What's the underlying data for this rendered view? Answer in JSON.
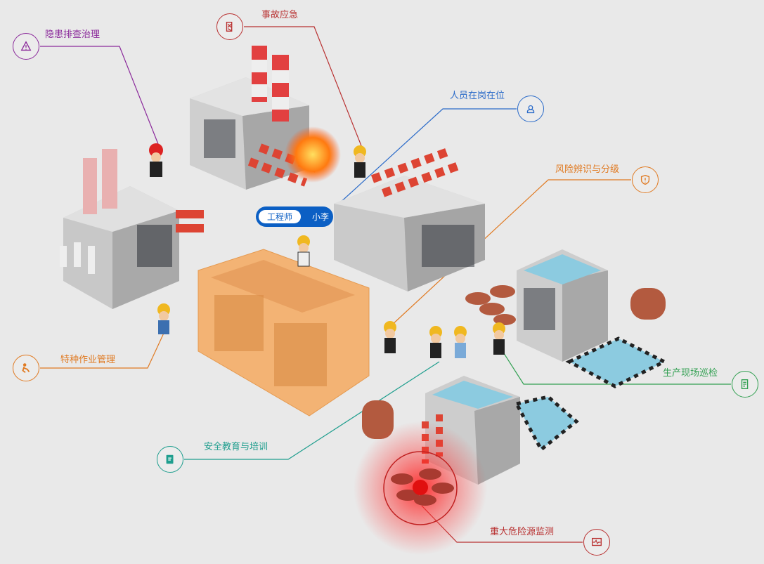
{
  "modules": [
    {
      "id": "hazard",
      "label": "隐患排查治理",
      "icon": "warning-icon",
      "color": "#8b2a9b"
    },
    {
      "id": "emergency",
      "label": "事故应急",
      "icon": "emergency-icon",
      "color": "#b93232"
    },
    {
      "id": "personnel",
      "label": "人员在岗在位",
      "icon": "person-icon",
      "color": "#2b6bc9"
    },
    {
      "id": "risk",
      "label": "风险辨识与分级",
      "icon": "shield-icon",
      "color": "#e07a22"
    },
    {
      "id": "special-work",
      "label": "特种作业管理",
      "icon": "worker-icon",
      "color": "#e07a22"
    },
    {
      "id": "inspection",
      "label": "生产现场巡检",
      "icon": "checklist-icon",
      "color": "#32a052"
    },
    {
      "id": "training",
      "label": "安全教育与培训",
      "icon": "book-icon",
      "color": "#1f9e8e"
    },
    {
      "id": "major-hazard",
      "label": "重大危险源监测",
      "icon": "monitor-icon",
      "color": "#b93232"
    }
  ],
  "badge": {
    "role": "工程师",
    "name": "小李"
  }
}
